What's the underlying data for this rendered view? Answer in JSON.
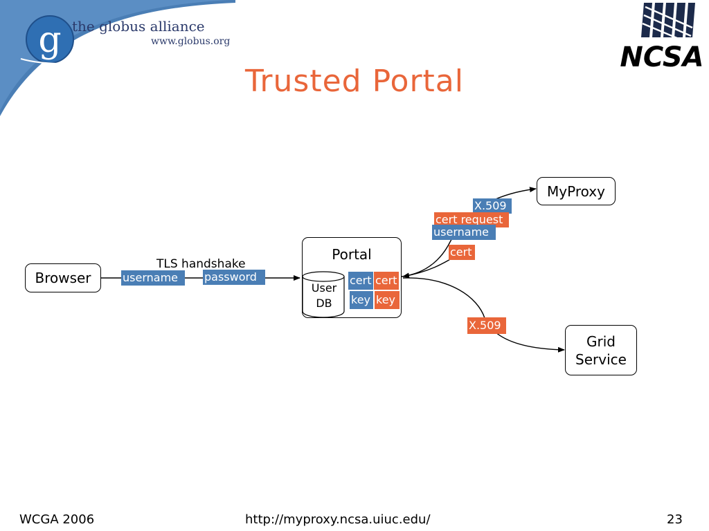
{
  "header": {
    "logo_name": "the globus alliance",
    "logo_url": "www.globus.org",
    "logo_letter": "g",
    "ncsa_logo_text": "NCSA",
    "title": "Trusted Portal"
  },
  "nodes": {
    "browser": "Browser",
    "portal": "Portal",
    "user_db_line1": "User",
    "user_db_line2": "DB",
    "myproxy": "MyProxy",
    "grid_service_line1": "Grid",
    "grid_service_line2": "Service"
  },
  "labels": {
    "tls_handshake": "TLS handshake",
    "username_browser": "username",
    "password_browser": "password",
    "portal_cert_blue": "cert",
    "portal_cert_orange": "cert",
    "portal_key_blue": "key",
    "portal_key_orange": "key",
    "myproxy_x509": "X.509",
    "myproxy_cert_request": "cert request",
    "myproxy_username": "username",
    "myproxy_cert": "cert",
    "grid_x509": "X.509"
  },
  "colors": {
    "title": "#e9663a",
    "blue_tag": "#4a7eb5",
    "orange_tag": "#e9663a",
    "swoosh": "#4a7eb5",
    "logo_navy": "#2b3a6b"
  },
  "footer": {
    "left": "WCGA 2006",
    "center": "http://myproxy.ncsa.uiuc.edu/",
    "right": "23"
  }
}
